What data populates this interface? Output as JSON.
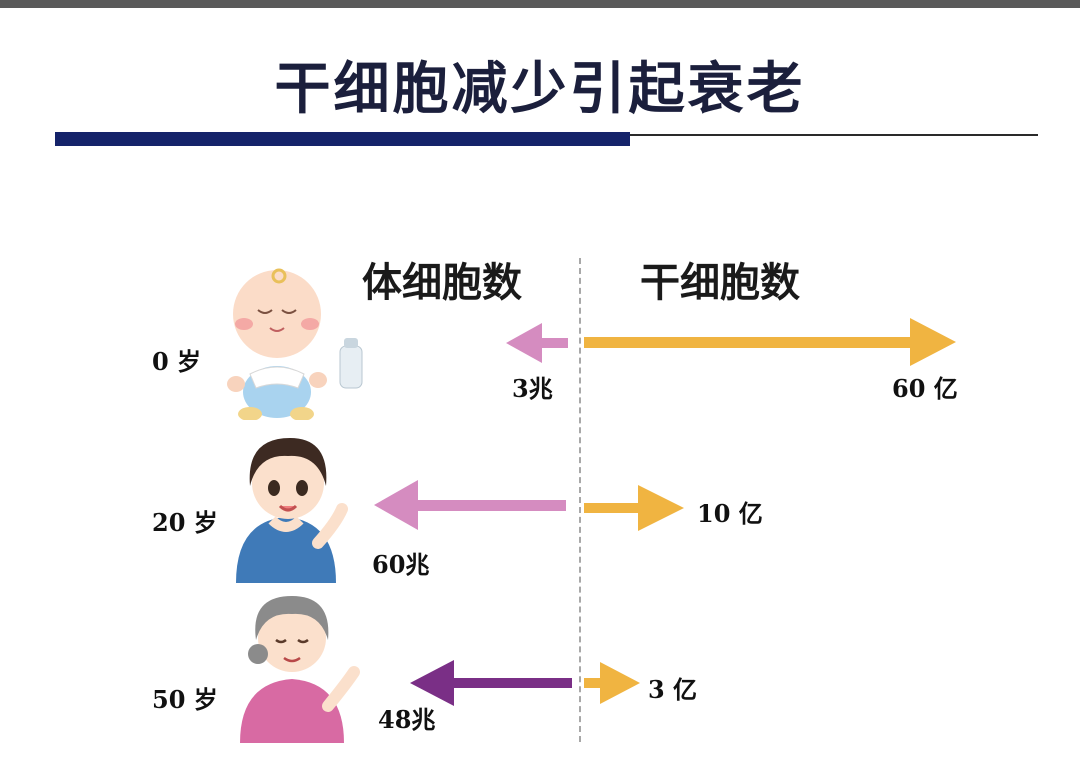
{
  "title": "干细胞减少引起衰老",
  "headers": {
    "somatic": "体细胞数",
    "stem": "干细胞数"
  },
  "colors": {
    "title": "#1b1f3c",
    "rule": "#15236a",
    "somatic_arrow": "#d58cc0",
    "somatic_arrow_old": "#7a2f86",
    "stem_arrow": "#f0b441"
  },
  "rows": [
    {
      "age": "0 岁",
      "somatic": "3兆",
      "stem": "60 亿",
      "figure": "baby-icon"
    },
    {
      "age": "20 岁",
      "somatic": "60兆",
      "stem": "10 亿",
      "figure": "young-woman-icon"
    },
    {
      "age": "50 岁",
      "somatic": "48兆",
      "stem": "3 亿",
      "figure": "older-woman-icon"
    }
  ]
}
